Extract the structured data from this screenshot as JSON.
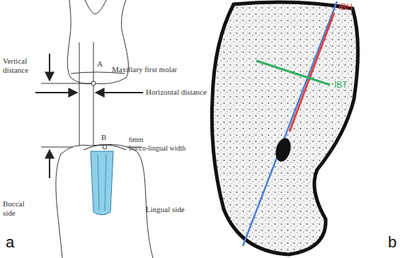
{
  "diagram": {
    "labels": [
      "Maxillary first molar",
      "A",
      "Vertical distance",
      "Horizontal distance",
      "B",
      "6mm",
      "bucco-lingual width",
      "Buccal side",
      "Lingual side",
      "a",
      "IBH",
      "IBT",
      "b"
    ]
  }
}
